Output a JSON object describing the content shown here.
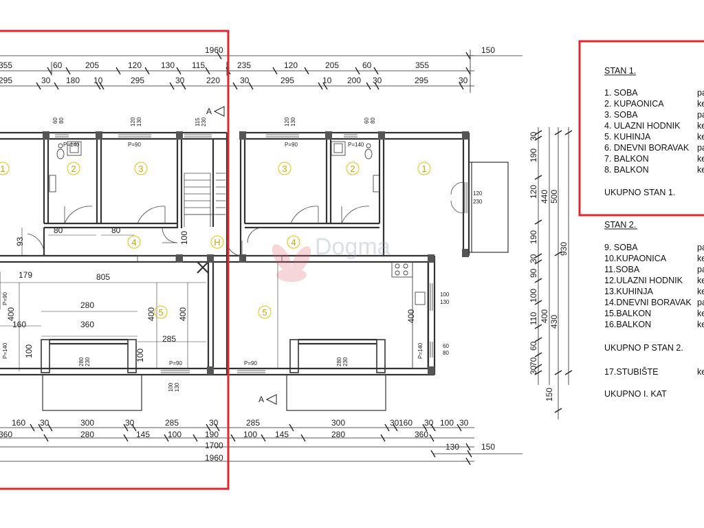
{
  "colors": {
    "highlight": "#e0262e",
    "wall": "#333333",
    "room_marker": "#e8c200",
    "watermark": "#9aa6b8"
  },
  "dimensions": {
    "top_overall": "1960",
    "top_right_extra": "150",
    "top_row1": [
      "355",
      "60",
      "205",
      "120",
      "130",
      "115",
      "235",
      "120",
      "205",
      "60",
      "355"
    ],
    "top_row2": [
      "295",
      "30",
      "180",
      "10",
      "295",
      "30",
      "220",
      "30",
      "295",
      "10",
      "200",
      "30",
      "295",
      "30"
    ],
    "bottom_row1": [
      "160",
      "30",
      "300",
      "30",
      "285",
      "30",
      "285",
      "300",
      "30",
      "160",
      "30",
      "100",
      "30"
    ],
    "bottom_row2": [
      "360",
      "280",
      "145",
      "100",
      "190",
      "100",
      "145",
      "280",
      "360"
    ],
    "bottom_total_1700": "1700",
    "bottom_total_130": "130",
    "bottom_right_150": "150",
    "bottom_overall": "1960",
    "right_col1": [
      "30",
      "190",
      "120",
      "190",
      "30",
      "90",
      "100",
      "110",
      "60",
      "70",
      "30"
    ],
    "right_col2": [
      "440",
      "400"
    ],
    "right_col3": [
      "500",
      "430"
    ],
    "right_col4": "930",
    "right_bottom": "150",
    "inner": {
      "d80a": "80",
      "d80b": "80",
      "d93": "93",
      "d100h": "100",
      "d179": "179",
      "d805": "805",
      "d280": "280",
      "d360": "360",
      "d160": "160",
      "d285": "285",
      "d400a": "400",
      "d400b": "400",
      "d400c": "400",
      "d400d": "400",
      "d100b": "100",
      "d100c": "100"
    },
    "window_labels": {
      "w60_80a": [
        "60",
        "80"
      ],
      "w120_130a": [
        "120",
        "130"
      ],
      "w115_230": [
        "115",
        "230"
      ],
      "w120_130b": [
        "120",
        "130"
      ],
      "w60_80b": [
        "60",
        "80"
      ],
      "w120_230": [
        "120",
        "230"
      ],
      "w100_130a": [
        "100",
        "130"
      ],
      "w60_80c": [
        "60",
        "80"
      ],
      "w280_230a": [
        "280",
        "230"
      ],
      "w280_230b": [
        "280",
        "230"
      ],
      "w100_130b": [
        "100",
        "130"
      ]
    },
    "sill_labels": {
      "p140a": "P=140",
      "p90a": "P=90",
      "p90b": "P=90",
      "p140b": "P=140",
      "p90c": "P=90",
      "p140c": "P=140",
      "p90d": "P=90",
      "p90e": "P=90",
      "p140d": "P=140"
    }
  },
  "rooms_left": [
    "1",
    "2",
    "3",
    "4",
    "5"
  ],
  "rooms_right": [
    "3",
    "2",
    "1",
    "4",
    "5"
  ],
  "stair_label": "H",
  "section_marks": [
    "A",
    "A"
  ],
  "watermark": "Dogma",
  "room_list": {
    "stan1_title": "STAN 1.",
    "stan1_items": [
      {
        "name": "1.  SOBA",
        "tail": "pa"
      },
      {
        "name": "2.  KUPAONICA",
        "tail": "ke"
      },
      {
        "name": "3.  SOBA",
        "tail": "pa"
      },
      {
        "name": "4.  ULAZNI HODNIK",
        "tail": "ke"
      },
      {
        "name": "5.  KUHINJA",
        "tail": "ke"
      },
      {
        "name": "6.  DNEVNI BORAVAK",
        "tail": "pa"
      },
      {
        "name": "7.  BALKON",
        "tail": "ke"
      },
      {
        "name": "8.  BALKON",
        "tail": "ke"
      }
    ],
    "stan1_total": "UKUPNO STAN 1.",
    "stan2_title": "STAN 2.",
    "stan2_items": [
      {
        "name": "9.  SOBA",
        "tail": "pa"
      },
      {
        "name": "10.KUPAONICA",
        "tail": "ke"
      },
      {
        "name": "11.SOBA",
        "tail": "pa"
      },
      {
        "name": "12.ULAZNI HODNIK",
        "tail": "ke"
      },
      {
        "name": "13.KUHINJA",
        "tail": "ke"
      },
      {
        "name": "14.DNEVNI BORAVAK",
        "tail": "pa"
      },
      {
        "name": "15.BALKON",
        "tail": "ke"
      },
      {
        "name": "16.BALKON",
        "tail": "ke"
      }
    ],
    "stan2_total": "UKUPNO P STAN 2.",
    "stair_item": {
      "name": "17.STUBIŠTE",
      "tail": "ke"
    },
    "floor_total": "UKUPNO I. KAT"
  }
}
